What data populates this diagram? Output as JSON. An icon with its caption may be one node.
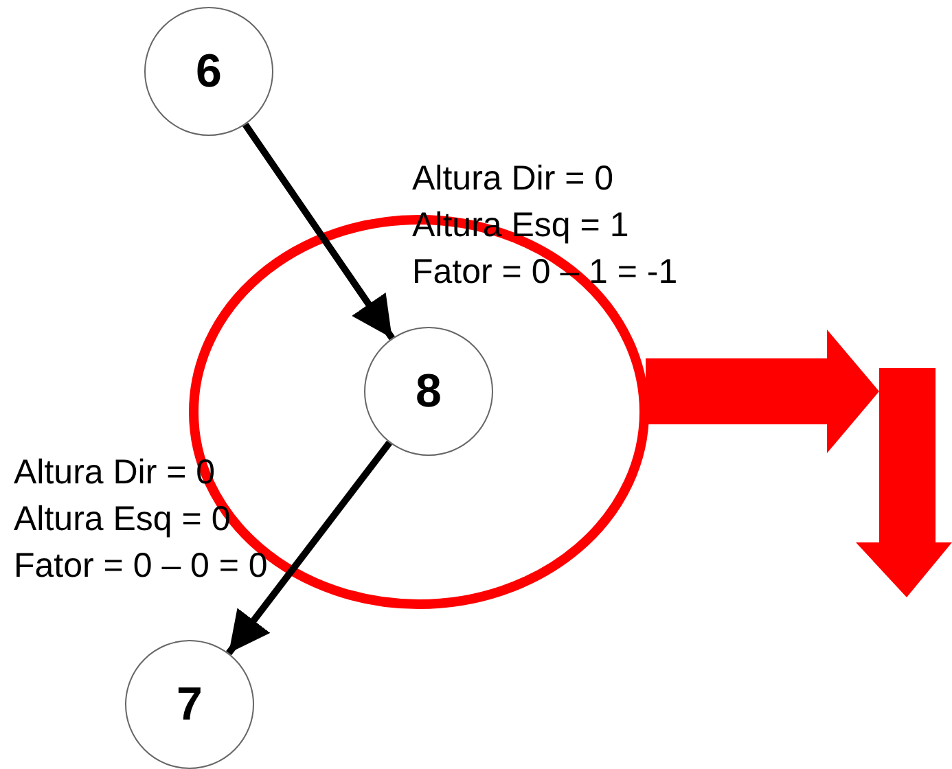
{
  "diagram": {
    "nodes": [
      {
        "text": [
          "6"
        ]
      },
      {
        "text": [
          "8"
        ],
        "beside": [
          "Altura Dir = 0",
          "Altura Esq = 1",
          "Fator = 0 – 1 = -1"
        ]
      },
      {
        "text": [
          "7"
        ],
        "beside": [
          "Altura Dir = 0",
          "Altura Esq = 0",
          "Fator = 0 – 0 = 0"
        ]
      }
    ],
    "edges": [
      {
        "from": 0,
        "to": 1,
        "arrow": "to"
      },
      {
        "from": 1,
        "to": 2,
        "arrow": "to"
      }
    ]
  }
}
